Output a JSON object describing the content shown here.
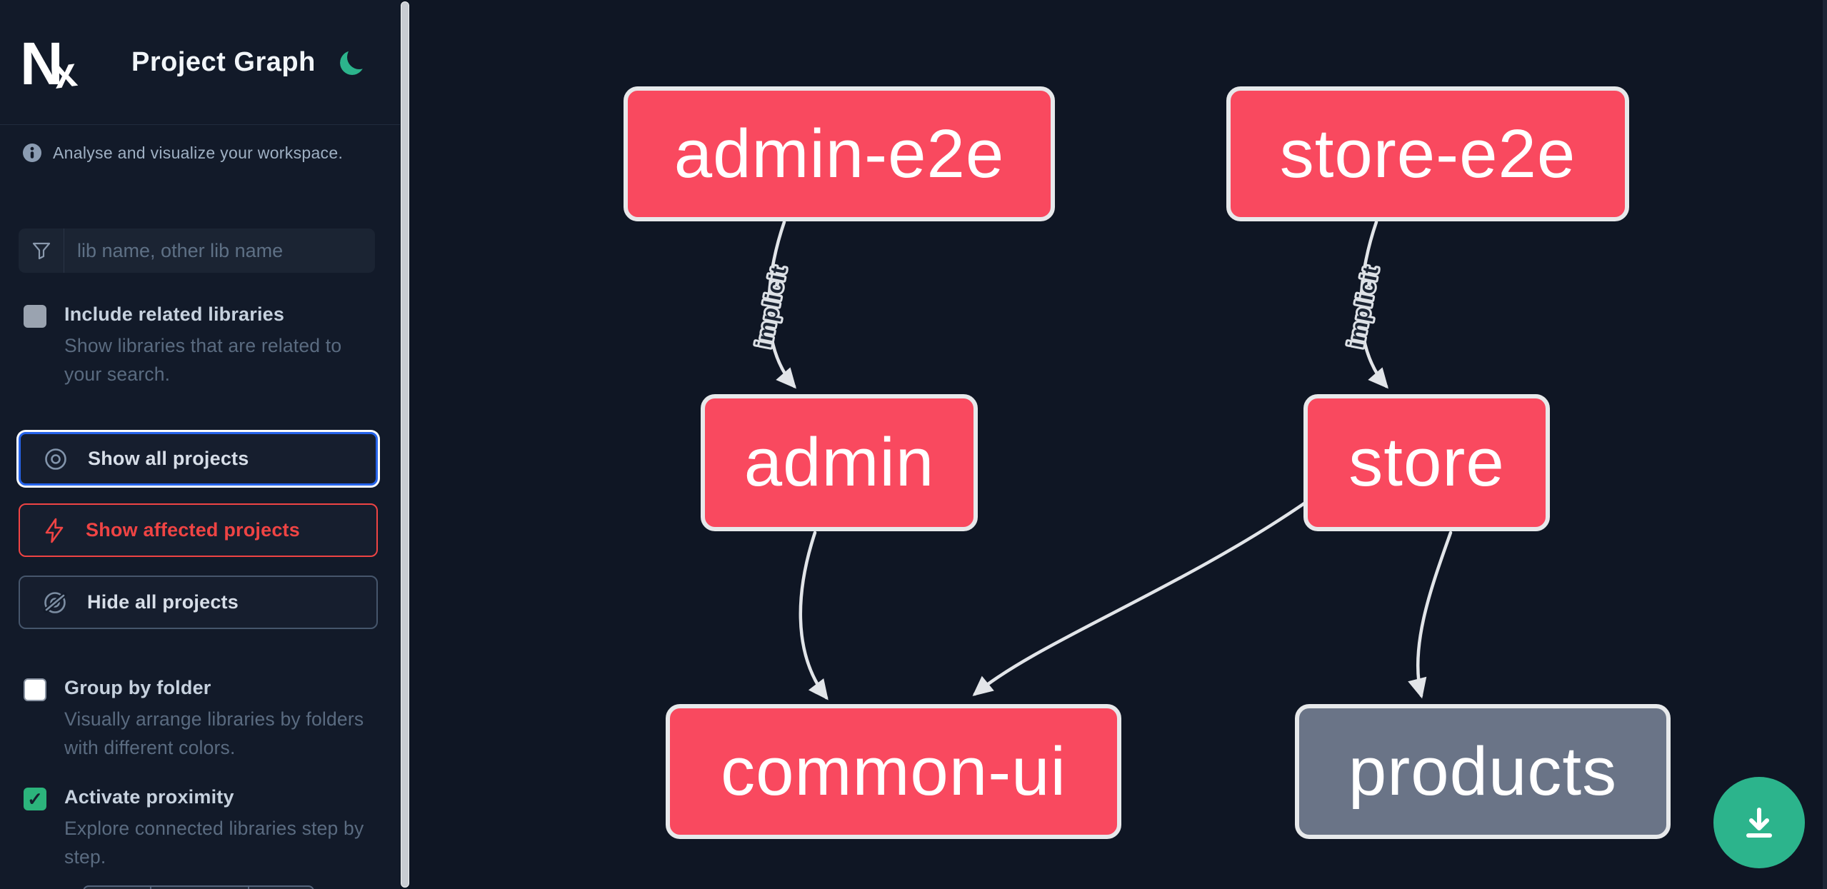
{
  "app": {
    "title": "Project Graph",
    "tagline": "Analyse and visualize your workspace."
  },
  "sidebar": {
    "search_placeholder": "lib name, other lib name",
    "toggles": [
      {
        "label": "Include related libraries",
        "description": "Show libraries that are related to your search.",
        "checked": false
      },
      {
        "label": "Group by folder",
        "description": "Visually arrange libraries by folders with different colors.",
        "checked": false
      },
      {
        "label": "Activate proximity",
        "description": "Explore connected libraries step by step.",
        "checked": true
      }
    ],
    "buttons": [
      {
        "label": "Show all projects",
        "icon": "eye-icon",
        "state": "focused"
      },
      {
        "label": "Show affected projects",
        "icon": "bolt-icon",
        "state": "affected"
      },
      {
        "label": "Hide all projects",
        "icon": "eye-off-icon",
        "state": "default"
      }
    ],
    "check_glyph": "✓"
  },
  "graph": {
    "nodes": [
      {
        "id": "admin-e2e",
        "label": "admin-e2e",
        "color": "pink"
      },
      {
        "id": "store-e2e",
        "label": "store-e2e",
        "color": "pink"
      },
      {
        "id": "admin",
        "label": "admin",
        "color": "pink"
      },
      {
        "id": "store",
        "label": "store",
        "color": "pink"
      },
      {
        "id": "common-ui",
        "label": "common-ui",
        "color": "pink"
      },
      {
        "id": "products",
        "label": "products",
        "color": "gray"
      }
    ],
    "edges": [
      {
        "from": "admin-e2e",
        "to": "admin",
        "label": "implicit"
      },
      {
        "from": "store-e2e",
        "to": "store",
        "label": "implicit"
      },
      {
        "from": "admin",
        "to": "common-ui",
        "label": ""
      },
      {
        "from": "store",
        "to": "common-ui",
        "label": ""
      },
      {
        "from": "store",
        "to": "products",
        "label": ""
      }
    ]
  },
  "fab": {
    "action": "download-graph-image"
  },
  "colors": {
    "sidebar_bg": "#121a29",
    "canvas_bg": "#0f1624",
    "node_pink": "#f9495f",
    "node_gray": "#6a7487",
    "node_border": "#e7e9eb",
    "edge_gray": "#e2e5e9",
    "accent_green": "#2cb48c",
    "focus_blue": "#2563eb",
    "affected_red": "#ef4444"
  }
}
